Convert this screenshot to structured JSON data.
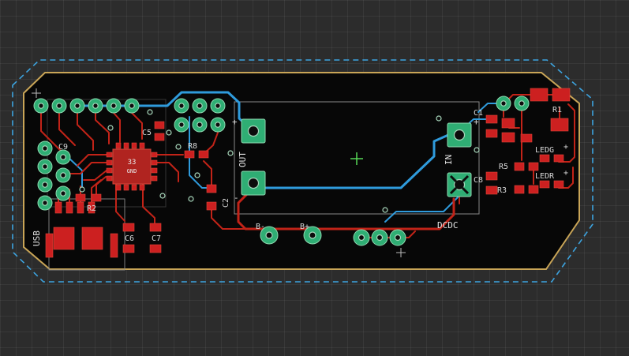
{
  "app": {
    "view": "pcb-layout-editor-canvas"
  },
  "colors": {
    "canvas_bg": "#2c2c2c",
    "board_fill": "#070707",
    "board_outline": "#c9a557",
    "board_margin": "#3da4e0",
    "top_copper": "#c22318",
    "bottom_copper": "#2f9bdc",
    "pad_green": "#2fae74",
    "silkscreen": "#d9d9d9",
    "cursor_cross": "#57d657"
  },
  "labels": {
    "usb": "USB",
    "out": "OUT",
    "in": "IN",
    "dcdc": "DCDC",
    "b_minus": "B-",
    "b_plus": "B+",
    "c1": "C1",
    "c2": "C2",
    "c5": "C5",
    "c6": "C6",
    "c7": "C7",
    "c8": "C8",
    "c9": "C9",
    "r1": "R1",
    "r2": "R2",
    "r3": "R3",
    "r5": "R5",
    "r8": "R8",
    "ledg": "LEDG",
    "ledr": "LEDR",
    "ic_value": "33",
    "ic_gnd": "GND",
    "plus": "+",
    "minus": "-"
  }
}
